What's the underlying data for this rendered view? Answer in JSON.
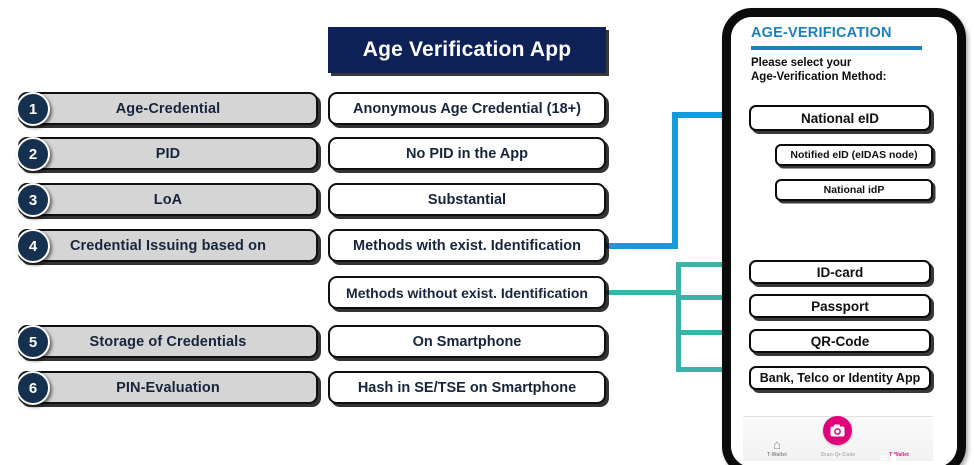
{
  "meta": {
    "title": "Age Verification App",
    "colors": {
      "navy": "#0d2156",
      "badge_navy": "#15314f",
      "grey_row": "#d5d5d5",
      "connector_blue": "#159bd7",
      "connector_teal": "#3bb3a9",
      "phone_accent_blue": "#1b80bb",
      "magenta": "#e2007a"
    }
  },
  "criteria": [
    {
      "number": "1",
      "label": "Age-Credential"
    },
    {
      "number": "2",
      "label": "PID"
    },
    {
      "number": "3",
      "label": "LoA"
    },
    {
      "number": "4",
      "label": "Credential Issuing based on"
    },
    {
      "number": "5",
      "label": "Storage of Credentials"
    },
    {
      "number": "6",
      "label": "PIN-Evaluation"
    }
  ],
  "values": [
    {
      "label": "Anonymous Age Credential (18+)"
    },
    {
      "label": "No PID in the App"
    },
    {
      "label": "Substantial"
    },
    {
      "label": "Methods with exist. Identification"
    },
    {
      "label": "Methods without exist. Identification"
    },
    {
      "label": "On Smartphone"
    },
    {
      "label": "Hash in SE/TSE on Smartphone"
    }
  ],
  "phone": {
    "app_title": "AGE-VERIFICATION",
    "prompt": "Please select your\nAge-Verification Method:",
    "options_with_identification": [
      {
        "label": "National eID"
      }
    ],
    "sub_options": [
      {
        "label": "Notified eID (eIDAS node)"
      },
      {
        "label": "National idP"
      }
    ],
    "options_without_identification": [
      {
        "label": "ID-card"
      },
      {
        "label": "Passport"
      },
      {
        "label": "QR-Code"
      },
      {
        "label": "Bank, Telco or Identity App"
      }
    ],
    "navbar": [
      {
        "icon": "home-icon",
        "glyph": "⌂",
        "label": "T-Wallet"
      },
      {
        "icon": "camera-icon",
        "glyph": "●",
        "label": "Scan-Qr-Code"
      },
      {
        "icon": "id-card-icon",
        "glyph": "",
        "label": "T-Wallet"
      }
    ]
  }
}
